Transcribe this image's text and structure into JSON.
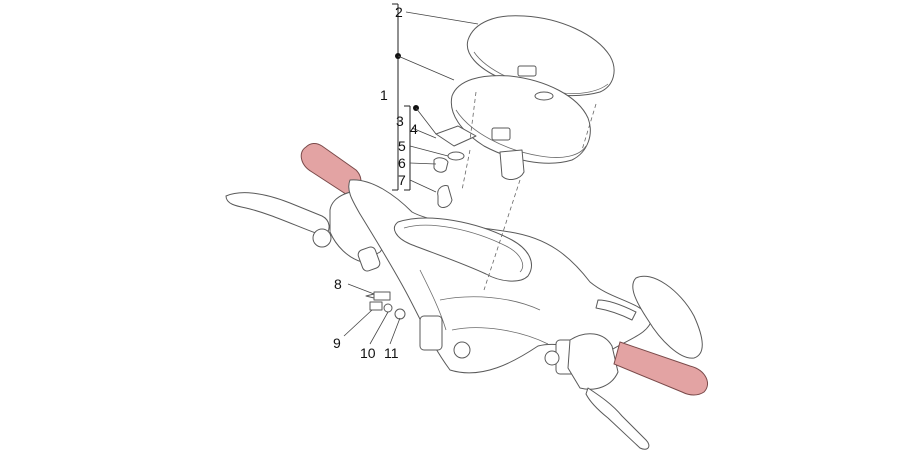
{
  "callouts": {
    "c1": "1",
    "c2": "2",
    "c3": "3",
    "c4": "4",
    "c5": "5",
    "c6": "6",
    "c7": "7",
    "c8": "8",
    "c9": "9",
    "c10": "10",
    "c11": "11"
  },
  "colors": {
    "grip": "#e3a3a3",
    "line": "#5a5a5a",
    "background": "#ffffff"
  }
}
